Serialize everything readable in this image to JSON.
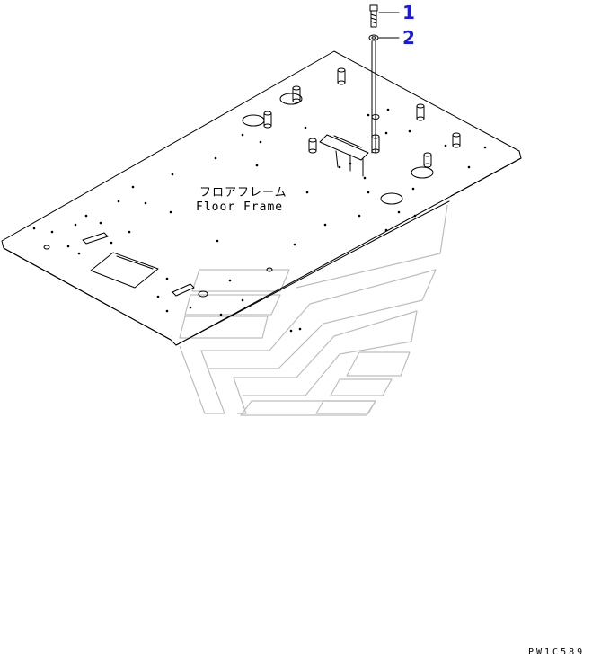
{
  "diagram": {
    "callouts": [
      {
        "number": "1"
      },
      {
        "number": "2"
      }
    ],
    "part_label_jp": "フロアフレーム",
    "part_label_en": "Floor Frame",
    "drawing_code": "PW1C589"
  }
}
